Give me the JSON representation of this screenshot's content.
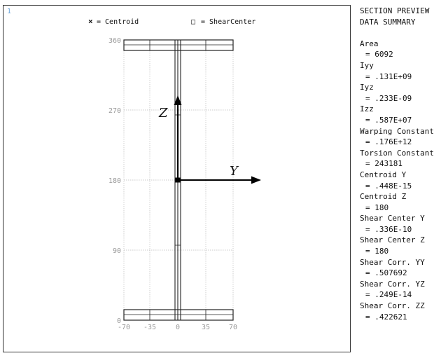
{
  "window": {
    "corner_marker": "1"
  },
  "legend": {
    "centroid_symbol": "×",
    "centroid_label": "= Centroid",
    "shear_symbol": "□",
    "shear_label": "= ShearCenter"
  },
  "plot": {
    "y_ticks": [
      "0",
      "90",
      "180",
      "270",
      "360"
    ],
    "x_ticks": [
      "-70",
      "-35",
      "0",
      "35",
      "70"
    ],
    "z_axis_label": "Z",
    "y_axis_label": "Y",
    "colors": {
      "outline": "#222222",
      "grid": "#bbbbbb",
      "tick_text": "#999999"
    }
  },
  "summary": {
    "heading_line1": "SECTION PREVIEW",
    "heading_line2": "DATA SUMMARY",
    "items": [
      {
        "label": "Area",
        "value": "= 6092"
      },
      {
        "label": "Iyy",
        "value": "= .131E+09"
      },
      {
        "label": "Iyz",
        "value": "= .233E-09"
      },
      {
        "label": "Izz",
        "value": "= .587E+07"
      },
      {
        "label": "Warping Constant",
        "value": "= .176E+12"
      },
      {
        "label": "Torsion Constant",
        "value": "= 243181"
      },
      {
        "label": "Centroid Y",
        "value": "= .448E-15"
      },
      {
        "label": "Centroid Z",
        "value": "= 180"
      },
      {
        "label": "Shear Center Y",
        "value": "= .336E-10"
      },
      {
        "label": "Shear Center Z",
        "value": "= 180"
      },
      {
        "label": "Shear Corr. YY",
        "value": "= .507692"
      },
      {
        "label": "Shear Corr. YZ",
        "value": "= .249E-14"
      },
      {
        "label": "Shear Corr. ZZ",
        "value": "= .422621"
      }
    ]
  }
}
